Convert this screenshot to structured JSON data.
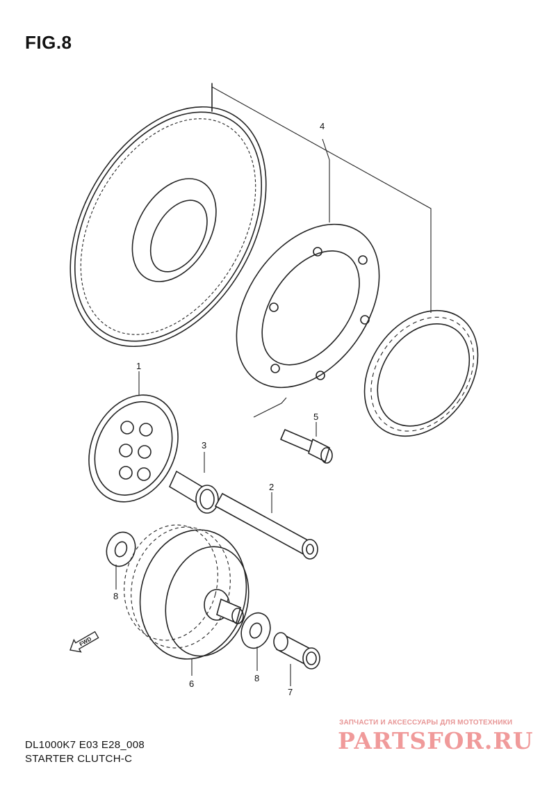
{
  "figure": {
    "title": "FIG.8",
    "model_code": "DL1000K7 E03 E28_008",
    "assembly_name": "STARTER CLUTCH-C"
  },
  "callouts": {
    "c1": "1",
    "c2": "2",
    "c3": "3",
    "c4": "4",
    "c5": "5",
    "c6": "6",
    "c7": "7",
    "c8a": "8",
    "c8b": "8"
  },
  "direction_marker": {
    "label": "FWD",
    "icon": "forward-arrow-icon"
  },
  "watermark": {
    "tagline": "ЗАПЧАСТИ И АКСЕССУАРЫ ДЛЯ МОТОТЕХНИКИ",
    "brand": "PARTSFOR.RU",
    "color": "#f09a9a"
  }
}
